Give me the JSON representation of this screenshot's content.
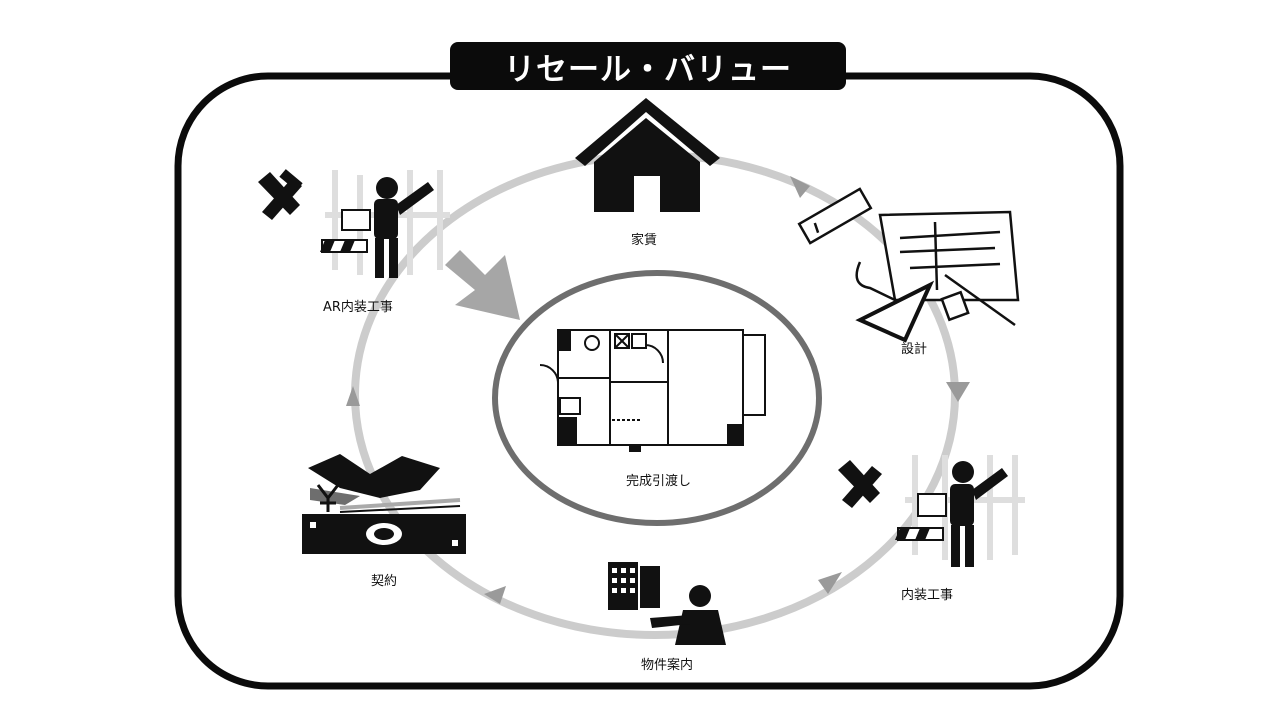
{
  "title": "リセール・バリュー",
  "steps": [
    {
      "id": "rent",
      "label": "家賃",
      "icon": "house-icon"
    },
    {
      "id": "design",
      "label": "設計",
      "icon": "blueprint-icon"
    },
    {
      "id": "interior",
      "label": "内装工事",
      "icon": "construction-worker-icon"
    },
    {
      "id": "property",
      "label": "物件案内",
      "icon": "agent-building-icon"
    },
    {
      "id": "contract",
      "label": "契約",
      "icon": "handshake-money-icon"
    },
    {
      "id": "ar-interior",
      "label": "AR内装工事",
      "icon": "construction-worker-icon"
    }
  ],
  "center": {
    "label": "完成引渡し",
    "icon": "floor-plan-icon"
  },
  "colors": {
    "frame": "#0b0b0b",
    "cycle": "#c8c8c8",
    "arrow": "#9a9a9a",
    "center_ring": "#6e6e6e",
    "icon": "#111111"
  }
}
